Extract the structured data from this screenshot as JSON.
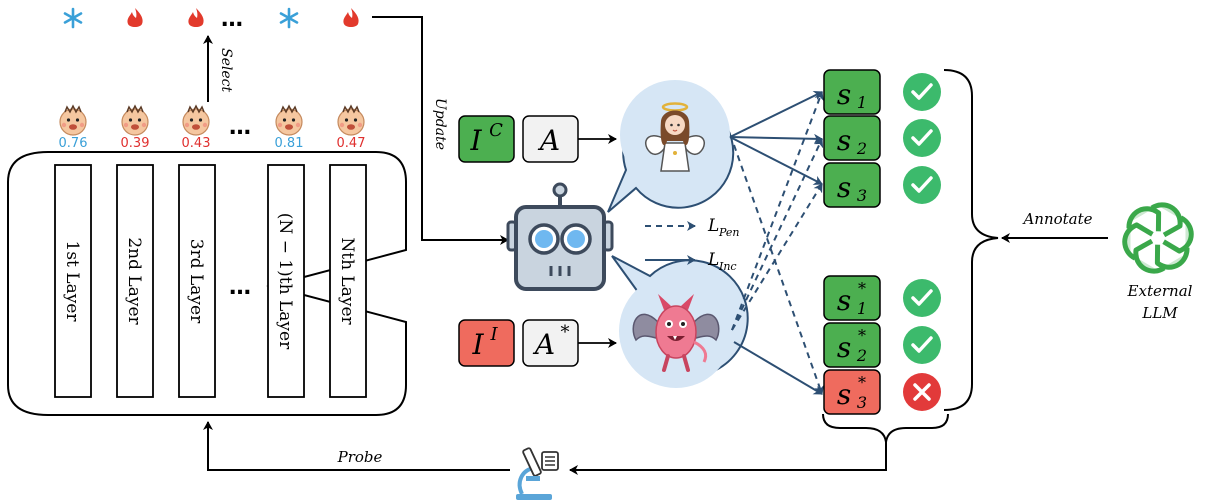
{
  "top_row": {
    "icons": [
      "snowflake-icon",
      "fire-icon",
      "fire-icon",
      "fire-icon",
      "snowflake-icon",
      "fire-icon"
    ],
    "ellipsis": "…"
  },
  "select_label": "Select",
  "update_label": "Update",
  "heads": {
    "scores": [
      "0.76",
      "0.39",
      "0.43",
      "0.81",
      "0.47"
    ],
    "score_colors": [
      "#3aa0d8",
      "#e0302f",
      "#e0302f",
      "#3aa0d8",
      "#e0302f"
    ],
    "ellipsis": "…"
  },
  "layers": {
    "labels": [
      "1st Layer",
      "2nd Layer",
      "3rd Layer",
      "(N − 1)th Layer",
      "Nth Layer"
    ],
    "ellipsis": "…"
  },
  "inputs": {
    "instruction_correct": "I",
    "instruction_correct_sup": "C",
    "answer": "A",
    "instruction_incorrect": "I",
    "instruction_incorrect_sup": "I",
    "answer_star": "A",
    "answer_star_sup": "*"
  },
  "legend": {
    "pen_main": "L",
    "pen_sub": "Pen",
    "inc_main": "L",
    "inc_sub": "Inc"
  },
  "steps": {
    "correct": [
      {
        "main": "s",
        "sub": "1",
        "sup": "",
        "status": "check"
      },
      {
        "main": "s",
        "sub": "2",
        "sup": "",
        "status": "check"
      },
      {
        "main": "s",
        "sub": "3",
        "sup": "",
        "status": "check"
      }
    ],
    "incorrect": [
      {
        "main": "s",
        "sub": "1",
        "sup": "*",
        "status": "check"
      },
      {
        "main": "s",
        "sub": "2",
        "sup": "*",
        "status": "check"
      },
      {
        "main": "s",
        "sub": "3",
        "sup": "*",
        "status": "cross"
      }
    ]
  },
  "annotate_label": "Annotate",
  "external_llm": {
    "line1": "External",
    "line2": "LLM"
  },
  "probe_label": "Probe",
  "colors": {
    "green": "#4caf50",
    "red": "#ef6b5e",
    "navy": "#2d4f73",
    "bubble": "#d6e6f5",
    "check": "#3cba6c",
    "cross": "#e23a3a",
    "openai_green": "#3aa84a"
  }
}
